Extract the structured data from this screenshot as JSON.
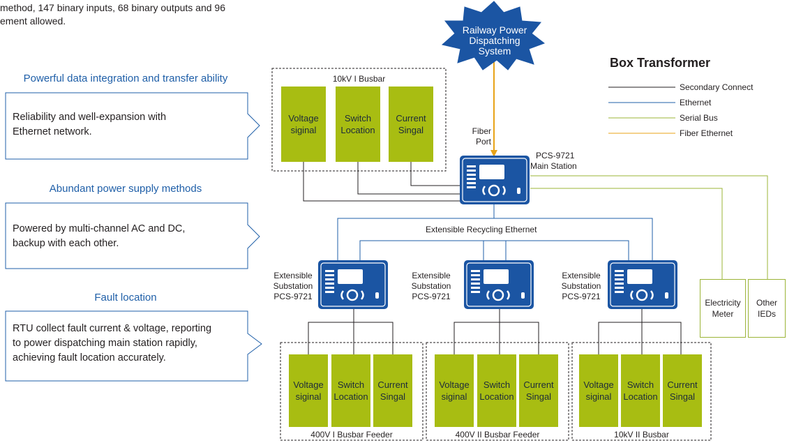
{
  "intro": {
    "line1": "method, 147 binary inputs, 68 binary outputs and 96",
    "line2": "ement allowed."
  },
  "features": [
    {
      "title": "Powerful data integration and transfer ability",
      "lines": [
        "Reliability and well-expansion with",
        "Ethernet network."
      ]
    },
    {
      "title": "Abundant power supply methods",
      "lines": [
        "Powered by multi-channel AC and DC,",
        "backup with each other."
      ]
    },
    {
      "title": "Fault location",
      "lines": [
        "RTU collect fault current & voltage, reporting",
        "to power dispatching main station rapidly,",
        "achieving fault location accurately."
      ]
    }
  ],
  "cloud": {
    "lines": [
      "Railway Power",
      "Dispatching",
      "System"
    ]
  },
  "legend": {
    "title": "Box Transformer",
    "items": [
      {
        "label": "Secondary Connect",
        "color": "#231f20"
      },
      {
        "label": "Ethernet",
        "color": "#1f5fa8"
      },
      {
        "label": "Serial Bus",
        "color": "#9bb437"
      },
      {
        "label": "Fiber Ethernet",
        "color": "#e8a317"
      }
    ]
  },
  "fiber_port": {
    "lines": [
      "Fiber",
      "Port"
    ]
  },
  "main_station": {
    "lines": [
      "PCS-9721",
      "Main Station"
    ]
  },
  "top_busbar": {
    "title": "10kV I Busbar",
    "boxes": [
      {
        "lines": [
          "Voltage",
          "siginal"
        ]
      },
      {
        "lines": [
          "Switch",
          "Location"
        ]
      },
      {
        "lines": [
          "Current",
          "Singal"
        ]
      }
    ]
  },
  "ethernet_label": "Extensible Recycling Ethernet",
  "substations": [
    {
      "lines": [
        "Extensible",
        "Substation",
        "PCS-9721"
      ]
    },
    {
      "lines": [
        "Extensible",
        "Substation",
        "PCS-9721"
      ]
    },
    {
      "lines": [
        "Extensible",
        "Substation",
        "PCS-9721"
      ]
    }
  ],
  "feeders": [
    {
      "title": "400V I Busbar Feeder",
      "boxes": [
        {
          "lines": [
            "Voltage",
            "siginal"
          ]
        },
        {
          "lines": [
            "Switch",
            "Location"
          ]
        },
        {
          "lines": [
            "Current",
            "Singal"
          ]
        }
      ]
    },
    {
      "title": "400V II Busbar Feeder",
      "boxes": [
        {
          "lines": [
            "Voltage",
            "siginal"
          ]
        },
        {
          "lines": [
            "Switch",
            "Location"
          ]
        },
        {
          "lines": [
            "Current",
            "Singal"
          ]
        }
      ]
    },
    {
      "title": "10kV II Busbar",
      "boxes": [
        {
          "lines": [
            "Voltage",
            "siginal"
          ]
        },
        {
          "lines": [
            "Switch",
            "Location"
          ]
        },
        {
          "lines": [
            "Current",
            "Singal"
          ]
        }
      ]
    }
  ],
  "meters": [
    {
      "lines": [
        "Electricity",
        "Meter"
      ]
    },
    {
      "lines": [
        "Other",
        "IEDs"
      ]
    }
  ],
  "colors": {
    "blue": "#1f5fa8",
    "device": "#1b55a3",
    "green": "#a8bd12",
    "serial": "#9bb437",
    "fiber": "#e8a317",
    "line": "#231f20"
  }
}
